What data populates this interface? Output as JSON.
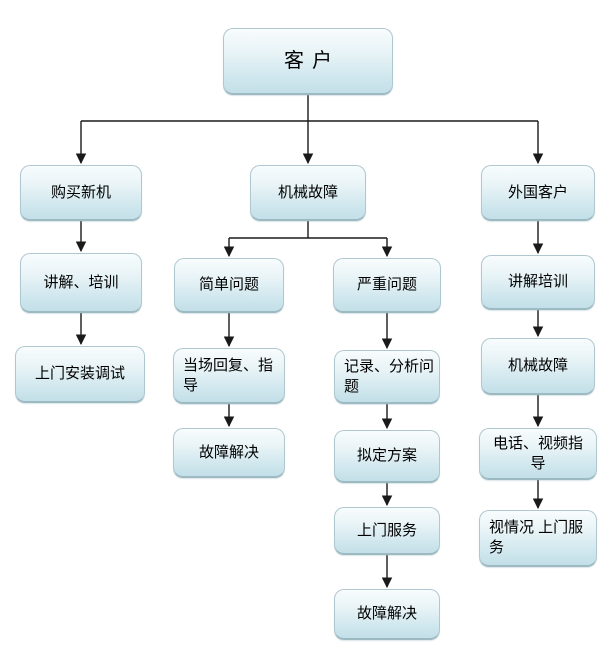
{
  "diagram": {
    "title": "customer-service-flowchart",
    "type": "flowchart",
    "nodes": {
      "customer": {
        "label": "客户"
      },
      "buy_new_machine": {
        "label": "购买新机"
      },
      "mechanical_failure": {
        "label": "机械故障"
      },
      "foreign_customer": {
        "label": "外国客户"
      },
      "explain_training": {
        "label": "讲解、培训"
      },
      "onsite_install_debug": {
        "label": "上门安装调试"
      },
      "simple_problem": {
        "label": "简单问题"
      },
      "serious_problem": {
        "label": "严重问题"
      },
      "onspot_reply_guidance": {
        "label": "当场回复、指导"
      },
      "fault_resolved_simple": {
        "label": "故障解决"
      },
      "record_analyze_problem": {
        "label": "记录、分析问题"
      },
      "make_plan": {
        "label": "拟定方案"
      },
      "onsite_service": {
        "label": "上门服务"
      },
      "fault_resolved_serious": {
        "label": "故障解决"
      },
      "explain_training_foreign": {
        "label": "讲解培训"
      },
      "mechanical_failure_foreign": {
        "label": "机械故障"
      },
      "phone_video_guidance": {
        "label": "电话、视频指导"
      },
      "onsite_as_needed": {
        "label": "视情况 上门服务"
      }
    },
    "edges": [
      [
        "customer",
        "buy_new_machine"
      ],
      [
        "customer",
        "mechanical_failure"
      ],
      [
        "customer",
        "foreign_customer"
      ],
      [
        "buy_new_machine",
        "explain_training"
      ],
      [
        "explain_training",
        "onsite_install_debug"
      ],
      [
        "mechanical_failure",
        "simple_problem"
      ],
      [
        "mechanical_failure",
        "serious_problem"
      ],
      [
        "simple_problem",
        "onspot_reply_guidance"
      ],
      [
        "onspot_reply_guidance",
        "fault_resolved_simple"
      ],
      [
        "serious_problem",
        "record_analyze_problem"
      ],
      [
        "record_analyze_problem",
        "make_plan"
      ],
      [
        "make_plan",
        "onsite_service"
      ],
      [
        "onsite_service",
        "fault_resolved_serious"
      ],
      [
        "foreign_customer",
        "explain_training_foreign"
      ],
      [
        "explain_training_foreign",
        "mechanical_failure_foreign"
      ],
      [
        "mechanical_failure_foreign",
        "phone_video_guidance"
      ],
      [
        "phone_video_guidance",
        "onsite_as_needed"
      ]
    ],
    "colors": {
      "box_fill_top": "#f8fcfd",
      "box_fill_bottom": "#c3dfe8",
      "box_border": "#b0c7d0",
      "box_border_bottom": "#9db9c2",
      "arrow": "#1a1a1a",
      "background": "#ffffff",
      "text": "#000000"
    }
  }
}
